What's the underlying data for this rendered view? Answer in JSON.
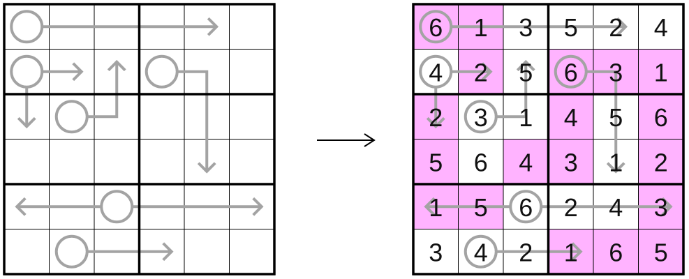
{
  "puzzle": {
    "size": 6,
    "box_rows": 2,
    "box_cols": 3,
    "colors": {
      "arrow": "#a3a3a3",
      "shade": "#ffb3ff",
      "grid": "#000000"
    },
    "arrows": [
      {
        "circle": [
          0,
          0
        ],
        "path": [
          [
            0,
            0
          ],
          [
            0,
            4
          ]
        ]
      },
      {
        "circle": [
          1,
          0
        ],
        "path": [
          [
            1,
            0
          ],
          [
            1,
            1
          ]
        ]
      },
      {
        "circle": [
          1,
          0
        ],
        "path": [
          [
            1,
            0
          ],
          [
            2,
            0
          ]
        ]
      },
      {
        "circle": [
          2,
          1
        ],
        "path": [
          [
            2,
            1
          ],
          [
            2,
            2
          ],
          [
            1,
            2
          ]
        ]
      },
      {
        "circle": [
          1,
          3
        ],
        "path": [
          [
            1,
            3
          ],
          [
            1,
            4
          ],
          [
            3,
            4
          ]
        ]
      },
      {
        "circle": [
          4,
          2
        ],
        "path": [
          [
            4,
            2
          ],
          [
            4,
            0
          ]
        ]
      },
      {
        "circle": [
          4,
          2
        ],
        "path": [
          [
            4,
            2
          ],
          [
            4,
            5
          ]
        ]
      },
      {
        "circle": [
          5,
          1
        ],
        "path": [
          [
            5,
            1
          ],
          [
            5,
            3
          ]
        ]
      }
    ]
  },
  "solution": {
    "grid": [
      [
        "6",
        "1",
        "3",
        "5",
        "2",
        "4"
      ],
      [
        "4",
        "2",
        "5",
        "6",
        "3",
        "1"
      ],
      [
        "2",
        "3",
        "1",
        "4",
        "5",
        "6"
      ],
      [
        "5",
        "6",
        "4",
        "3",
        "1",
        "2"
      ],
      [
        "1",
        "5",
        "6",
        "2",
        "4",
        "3"
      ],
      [
        "3",
        "4",
        "2",
        "1",
        "6",
        "5"
      ]
    ],
    "shaded": [
      [
        true,
        true,
        false,
        false,
        false,
        false
      ],
      [
        false,
        true,
        false,
        true,
        true,
        true
      ],
      [
        true,
        false,
        false,
        true,
        false,
        true
      ],
      [
        true,
        false,
        true,
        true,
        false,
        true
      ],
      [
        true,
        true,
        false,
        false,
        false,
        true
      ],
      [
        false,
        false,
        false,
        true,
        true,
        true
      ]
    ]
  }
}
